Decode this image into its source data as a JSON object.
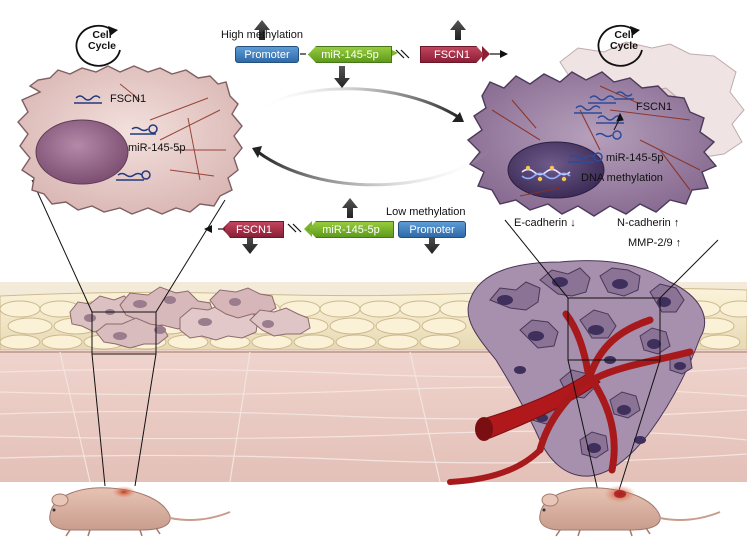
{
  "top_pathway": {
    "title": "High methylation",
    "promoter": "Promoter",
    "mirna": "miR-145-5p",
    "gene": "FSCN1"
  },
  "bottom_pathway": {
    "title": "Low methylation",
    "promoter": "Promoter",
    "mirna": "miR-145-5p",
    "gene": "FSCN1"
  },
  "left_cell": {
    "cycle_line1": "Cell",
    "cycle_line2": "Cycle",
    "gene_label": "FSCN1",
    "mirna_label": "miR-145-5p"
  },
  "right_cell": {
    "cycle_line1": "Cell",
    "cycle_line2": "Cycle",
    "gene_label": "FSCN1",
    "mirna_label": "miR-145-5p",
    "methylation_label": "DNA methylation"
  },
  "markers": {
    "ecadherin": "E-cadherin ↓",
    "ncadherin": "N-cadherin ↑",
    "mmp": "MMP-2/9 ↑"
  },
  "colors": {
    "promoter": "#3b7dc0",
    "mirna": "#7ab32e",
    "gene": "#a8304a",
    "cell_pink": "#e8cfcd",
    "cell_purple": "#9e86a6",
    "tissue": "#e8c9c2",
    "vessel": "#a8191c"
  }
}
